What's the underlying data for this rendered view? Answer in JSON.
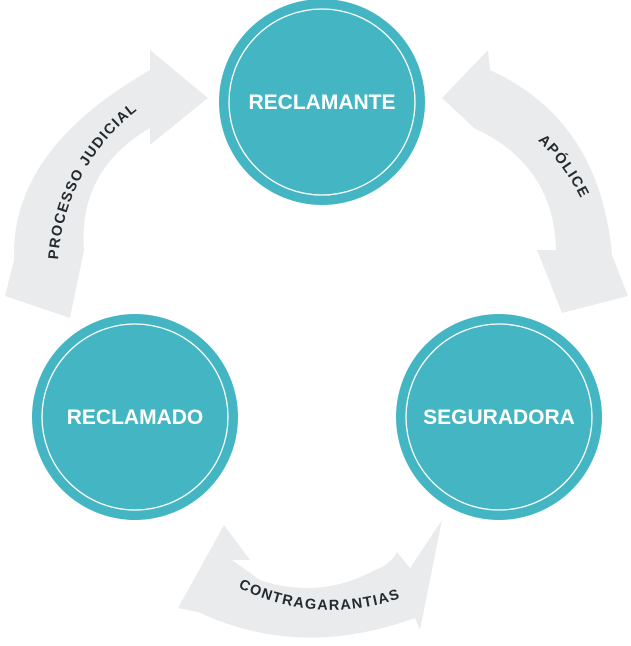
{
  "colors": {
    "node_fill": "#43b5c3",
    "node_inner_ring": "#ffffff",
    "arrow_fill": "#eaebec",
    "arrow_text": "#222a30"
  },
  "nodes": {
    "reclamante": "RECLAMANTE",
    "reclamado": "RECLAMADO",
    "seguradora": "SEGURADORA"
  },
  "arrows": {
    "processo_judicial": "PROCESSO JUDICIAL",
    "apolice": "APÓLICE",
    "contragarantias": "CONTRAGARANTIAS"
  }
}
